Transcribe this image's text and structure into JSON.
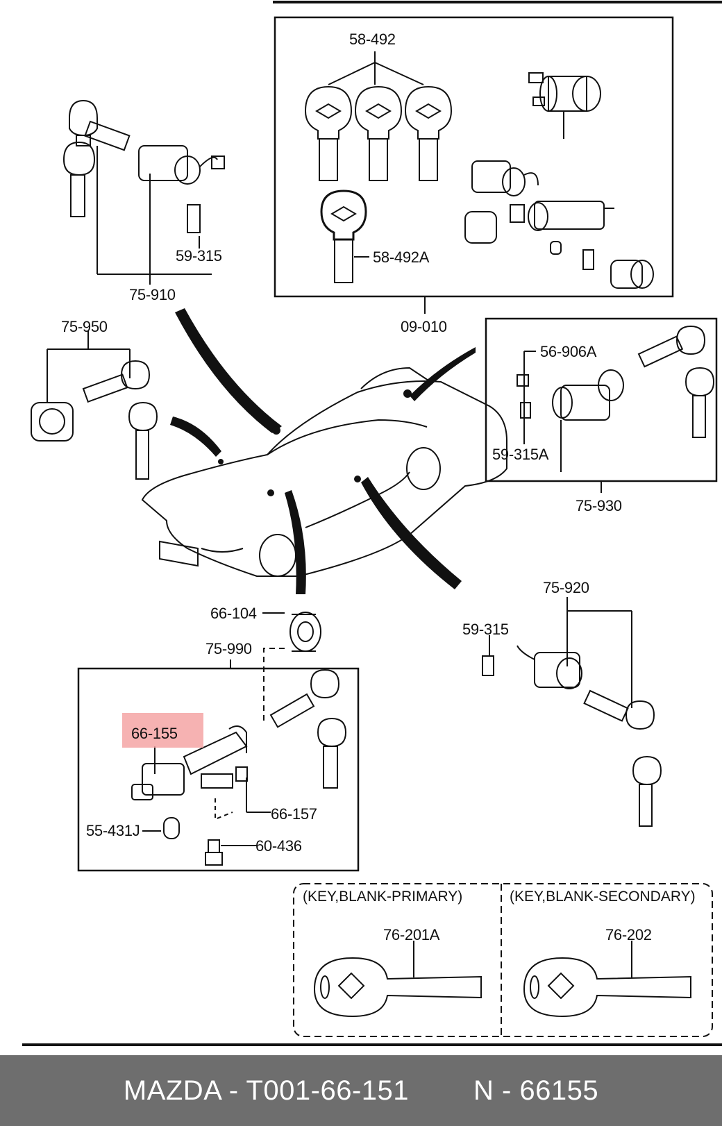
{
  "callouts": {
    "p58_492": "58-492",
    "p58_492A": "58-492A",
    "p09_010": "09-010",
    "p75_910": "75-910",
    "p59_315_top": "59-315",
    "p75_950": "75-950",
    "p56_906A": "56-906A",
    "p59_315A": "59-315A",
    "p75_930": "75-930",
    "p75_920": "75-920",
    "p59_315_right": "59-315",
    "p66_104": "66-104",
    "p75_990": "75-990",
    "p66_155": "66-155",
    "p66_157": "66-157",
    "p55_431J": "55-431J",
    "p60_436": "60-436",
    "p76_201A": "76-201A",
    "p76_202": "76-202"
  },
  "sections": {
    "primary_key": "(KEY,BLANK-PRIMARY)",
    "secondary_key": "(KEY,BLANK-SECONDARY)"
  },
  "footer": {
    "brand_part": "MAZDA - T001-66-151",
    "number": "N - 66155"
  },
  "highlight_color": "#f4a5a5",
  "footer_color": "#6e6e6e"
}
